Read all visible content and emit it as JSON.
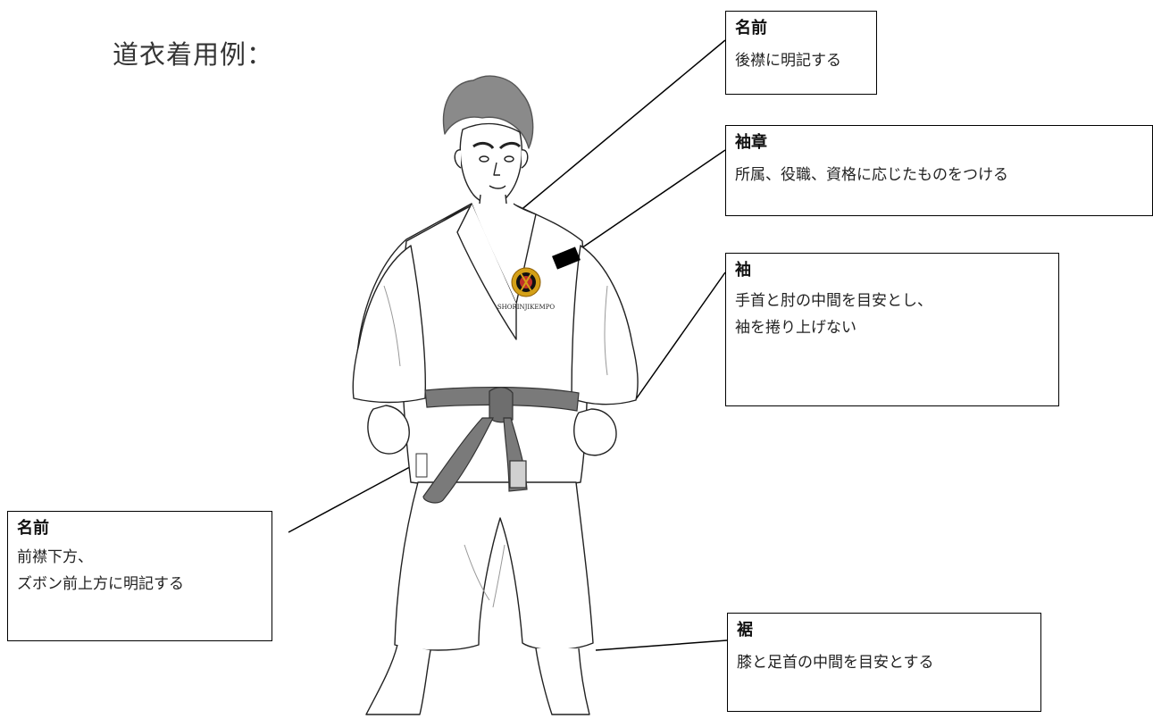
{
  "title": "道衣着用例：",
  "callouts": {
    "name_back": {
      "heading": "名前",
      "lines": [
        "後襟に明記する"
      ]
    },
    "sleeve_badge": {
      "heading": "袖章",
      "lines": [
        "所属、役職、資格に応じたものをつける"
      ]
    },
    "sleeve": {
      "heading": "袖",
      "lines": [
        "手首と肘の中間を目安とし、",
        "袖を捲り上げない"
      ]
    },
    "name_front": {
      "heading": "名前",
      "lines": [
        "前襟下方、",
        "ズボン前上方に明記する"
      ]
    },
    "hem": {
      "heading": "裾",
      "lines": [
        "膝と足首の中間を目安とする"
      ]
    }
  },
  "logo": {
    "text": "SHORINJIKEMPO"
  },
  "colors": {
    "belt": "#7a7a7a",
    "badge": "#000000",
    "logo_red": "#c0302a",
    "logo_gold": "#d4a017"
  }
}
